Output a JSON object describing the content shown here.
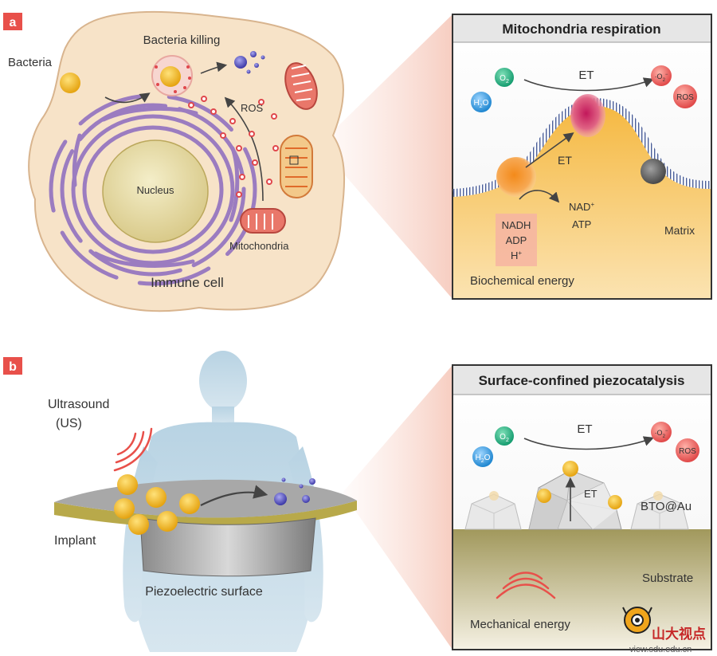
{
  "panel_a": {
    "badge": "a",
    "labels": {
      "bacteria": "Bacteria",
      "bacteria_killing": "Bacteria killing",
      "ros": "ROS",
      "nucleus": "Nucleus",
      "mitochondria": "Mitochondria",
      "immune_cell": "Immune cell"
    },
    "inset": {
      "title": "Mitochondria respiration",
      "o2": "O",
      "o2_sub": "2",
      "h2o": "H",
      "h2o_sub": "2",
      "h2o_tail": "O",
      "et_top": "ET",
      "superoxide": "·O",
      "superoxide_sub": "2",
      "superoxide_sup": "−",
      "ros": "ROS",
      "et_mid": "ET",
      "nadplus": "NAD",
      "nadplus_sup": "+",
      "atp": "ATP",
      "nadh": "NADH",
      "adp": "ADP",
      "hplus": "H",
      "hplus_sup": "+",
      "matrix": "Matrix",
      "energy": "Biochemical energy"
    }
  },
  "panel_b": {
    "badge": "b",
    "labels": {
      "ultrasound": "Ultrasound",
      "us": "(US)",
      "implant": "Implant",
      "piezo_surface": "Piezoelectric surface"
    },
    "inset": {
      "title": "Surface-confined piezocatalysis",
      "o2": "O",
      "o2_sub": "2",
      "h2o": "H",
      "h2o_sub": "2",
      "h2o_tail": "O",
      "et_top": "ET",
      "superoxide": "·O",
      "superoxide_sub": "2",
      "superoxide_sup": "−",
      "ros": "ROS",
      "et_mid": "ET",
      "bto": "BTO@Au",
      "substrate": "Substrate",
      "energy": "Mechanical energy"
    }
  },
  "watermark": {
    "text": "山大视点",
    "url": "view.sdu.edu.cn"
  },
  "colors": {
    "badge": "#e8504a",
    "cell": "#f7e3c8",
    "cell_edge": "#d8b48e",
    "nucleus": "#e3d9a3",
    "er": "#9b7cc0",
    "ros_dot": "#e0474c",
    "bacteria": "#f2b91c",
    "o2": "#1fa37a",
    "h2o": "#2f9de0",
    "superoxide": "#ee5555",
    "membrane": "#4a5e98",
    "matrix": "#f6c35d",
    "substrate": "#a99b5e"
  }
}
